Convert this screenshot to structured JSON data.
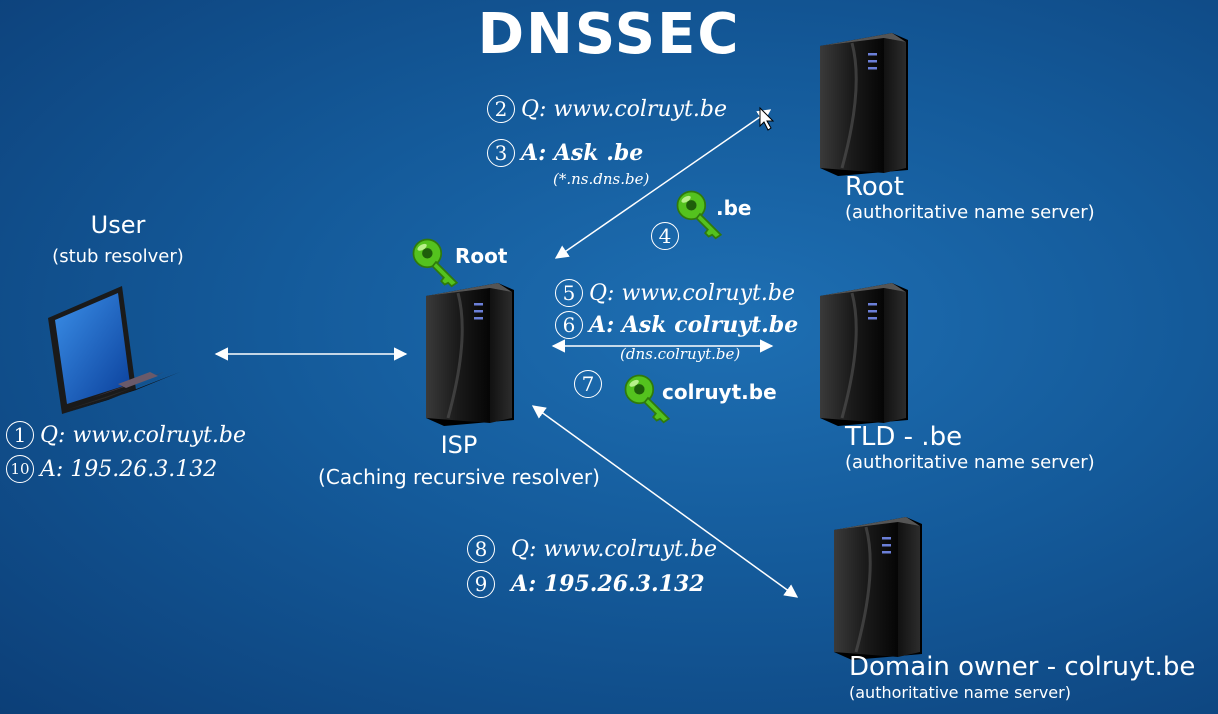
{
  "title": "DNSSEC",
  "nodes": {
    "user": {
      "label": "User",
      "sub": "(stub resolver)"
    },
    "isp": {
      "label": "ISP",
      "sub": "(Caching recursive resolver)"
    },
    "root": {
      "label": "Root",
      "sub": "(authoritative name server)"
    },
    "tld": {
      "label": "TLD - .be",
      "sub": "(authoritative name server)"
    },
    "owner": {
      "label": "Domain owner - colruyt.be",
      "sub": "(authoritative name server)"
    }
  },
  "steps": [
    {
      "n": "1",
      "text": "Q: www.colruyt.be"
    },
    {
      "n": "2",
      "text": "Q: www.colruyt.be"
    },
    {
      "n": "3",
      "text": "A: Ask .be",
      "note": "(*.ns.dns.be)"
    },
    {
      "n": "4"
    },
    {
      "n": "5",
      "text": "Q: www.colruyt.be"
    },
    {
      "n": "6",
      "text": "A: Ask colruyt.be",
      "note": "(dns.colruyt.be)"
    },
    {
      "n": "7"
    },
    {
      "n": "8",
      "text": "Q: www.colruyt.be"
    },
    {
      "n": "9",
      "text": "A: 195.26.3.132"
    },
    {
      "n": "10",
      "text": "A: 195.26.3.132"
    }
  ],
  "keys": {
    "root": "Root",
    "be": ".be",
    "colruyt": "colruyt.be"
  },
  "colors": {
    "key": "#54c21e",
    "background": "#145a9a",
    "line": "#ffffff"
  }
}
